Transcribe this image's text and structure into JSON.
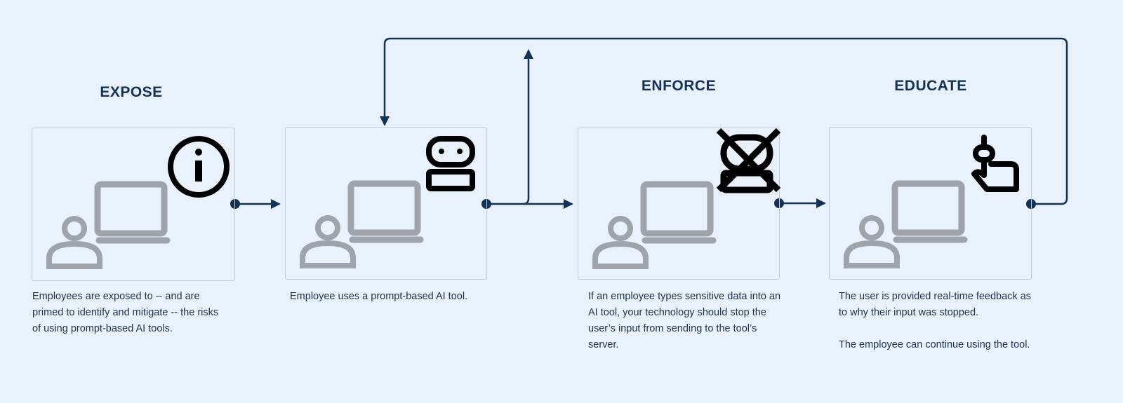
{
  "colors": {
    "background": "#e8f1fc",
    "accent": "#123257",
    "icon_gray": "#9fa4ac",
    "card_border": "#c3cbd6"
  },
  "steps": [
    {
      "title": "EXPOSE",
      "icon": "info-icon",
      "description": [
        "Employees are exposed to -- and are primed to identify and mitigate -- the risks of using prompt-based AI tools."
      ]
    },
    {
      "title": "",
      "icon": "robot-icon",
      "description": [
        "Employee uses a prompt-based AI tool."
      ]
    },
    {
      "title": "ENFORCE",
      "icon": "blocked-robot-icon",
      "description": [
        "If an employee types sensitive data into an AI tool, your technology should stop the user’s input from sending to the tool’s server."
      ]
    },
    {
      "title": "EDUCATE",
      "icon": "pointing-hand-icon",
      "description": [
        "The user is provided real-time feedback as to why their input was stopped.",
        "The employee can continue using the tool."
      ]
    }
  ]
}
